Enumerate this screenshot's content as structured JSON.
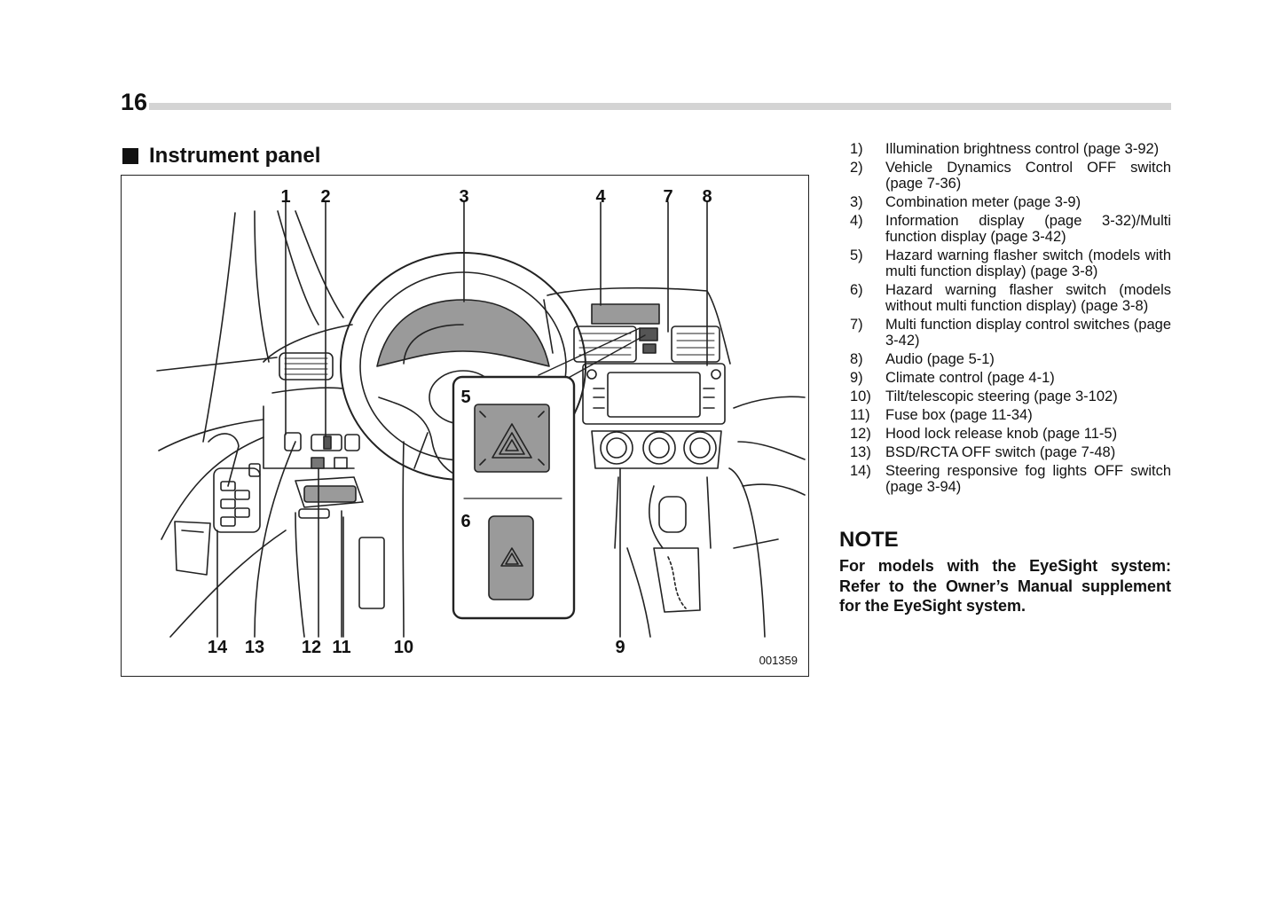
{
  "page_number": "16",
  "section_title": "Instrument panel",
  "figure": {
    "code": "001359",
    "callouts": {
      "c1": "1",
      "c2": "2",
      "c3": "3",
      "c4": "4",
      "c5": "5",
      "c6": "6",
      "c7": "7",
      "c8": "8",
      "c9": "9",
      "c10": "10",
      "c11": "11",
      "c12": "12",
      "c13": "13",
      "c14": "14"
    }
  },
  "items": [
    {
      "num": "1)",
      "text": "Illumination brightness control (page 3-92)"
    },
    {
      "num": "2)",
      "text": "Vehicle Dynamics Control OFF switch (page 7-36)"
    },
    {
      "num": "3)",
      "text": "Combination meter (page 3-9)"
    },
    {
      "num": "4)",
      "text": "Information display (page 3-32)/Multi function display (page 3-42)"
    },
    {
      "num": "5)",
      "text": "Hazard warning flasher switch (models with multi function display) (page 3-8)"
    },
    {
      "num": "6)",
      "text": "Hazard warning flasher switch (models without multi function display) (page 3-8)"
    },
    {
      "num": "7)",
      "text": "Multi function display control switches (page 3-42)"
    },
    {
      "num": "8)",
      "text": "Audio (page 5-1)"
    },
    {
      "num": "9)",
      "text": "Climate control (page 4-1)"
    },
    {
      "num": "10)",
      "text": "Tilt/telescopic steering (page 3-102)"
    },
    {
      "num": "11)",
      "text": "Fuse box (page 11-34)"
    },
    {
      "num": "12)",
      "text": "Hood lock release knob (page 11-5)"
    },
    {
      "num": "13)",
      "text": "BSD/RCTA OFF switch (page 7-48)"
    },
    {
      "num": "14)",
      "text": "Steering responsive fog lights OFF switch (page 3-94)"
    }
  ],
  "note": {
    "heading": "NOTE",
    "body": "For models with the EyeSight system: Refer to the Owner’s Manual supplement for the EyeSight system."
  }
}
